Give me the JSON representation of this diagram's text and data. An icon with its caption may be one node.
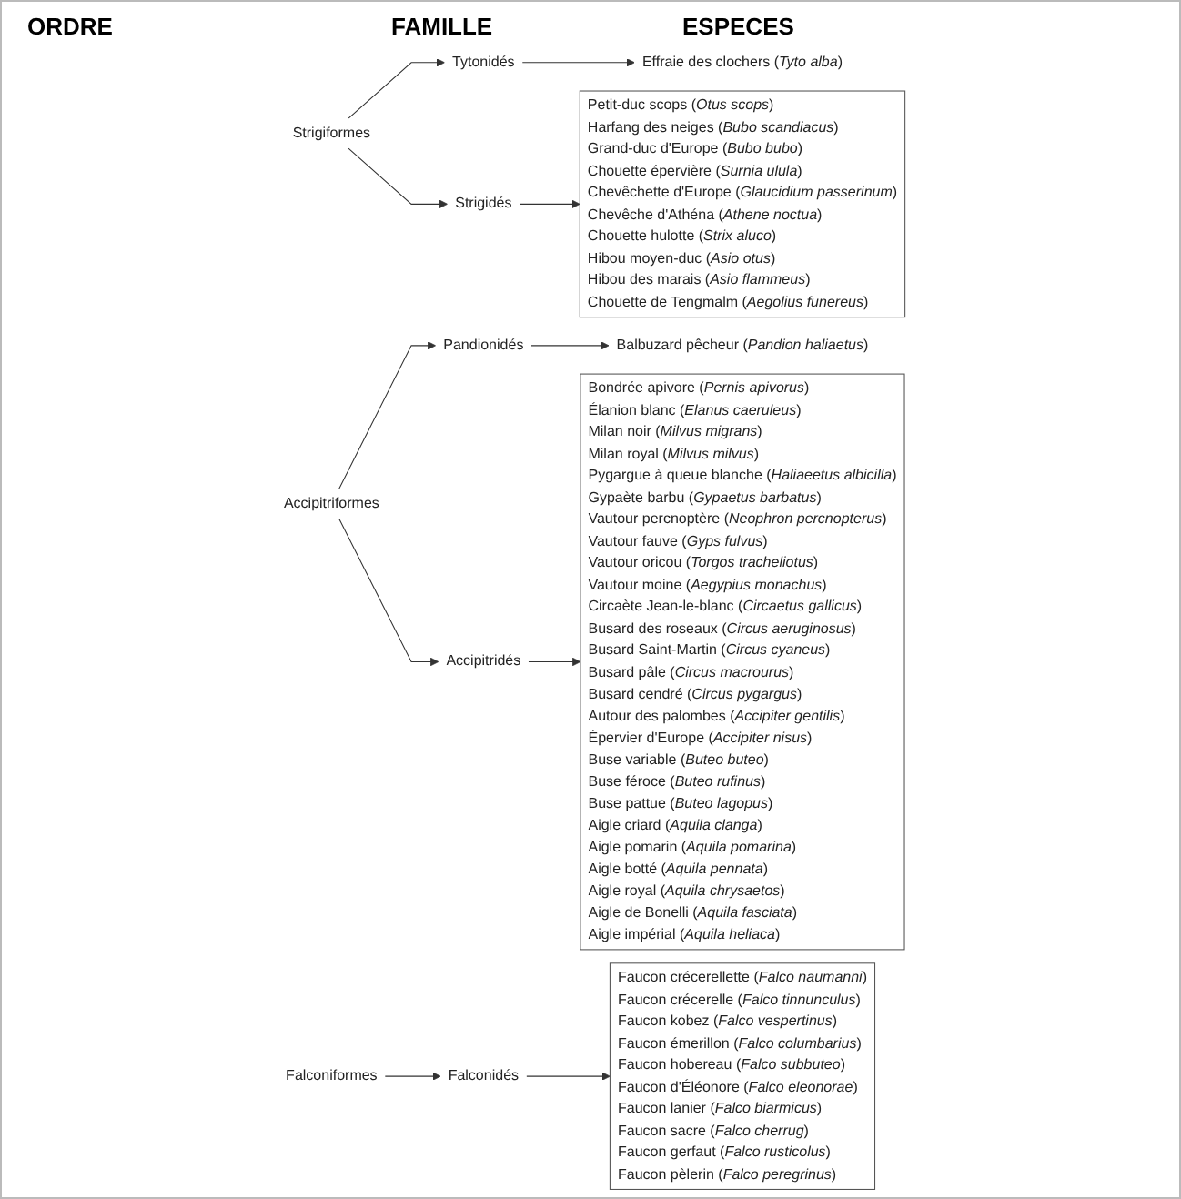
{
  "diagram": {
    "nodes": [
      {
        "text": [
          "Strigiformes"
        ]
      },
      {
        "text": [
          "Accipitriformes"
        ]
      },
      {
        "text": [
          "Falconiformes"
        ]
      },
      {
        "text": [
          "Tytonidés"
        ]
      },
      {
        "text": [
          "Strigidés"
        ]
      },
      {
        "text": [
          "Pandionidés"
        ]
      },
      {
        "text": [
          "Accipitridés"
        ]
      },
      {
        "text": [
          "Falconidés"
        ]
      },
      {
        "text": [
          "Effraie des clochers (*Tyto alba*)"
        ]
      },
      {
        "text": [
          "Petit-duc scops (*Otus scops*)",
          "Harfang des neiges (*Bubo scandiacus*)",
          "Grand-duc d'Europe (*Bubo bubo*)",
          "Chouette épervière (*Surnia ulula*)",
          "Chevêchette d'Europe (*Glaucidium passerinum*)",
          "Chevêche d'Athéna (*Athene noctua*)",
          "Chouette hulotte (*Strix aluco*)",
          "Hibou moyen-duc (*Asio otus*)",
          "Hibou des marais (*Asio flammeus*)",
          "Chouette de Tengmalm (*Aegolius funereus*)"
        ]
      },
      {
        "text": [
          "Balbuzard pêcheur (*Pandion haliaetus*)"
        ]
      },
      {
        "text": [
          "Bondrée apivore (*Pernis apivorus*)",
          "Élanion blanc (*Elanus caeruleus*)",
          "Milan noir (*Milvus migrans*)",
          "Milan royal (*Milvus milvus*)",
          "Pygargue à queue blanche (*Haliaeetus albicilla*)",
          "Gypaète barbu (*Gypaetus barbatus*)",
          "Vautour percnoptère (*Neophron percnopterus*)",
          "Vautour fauve (*Gyps fulvus*)",
          "Vautour oricou (*Torgos tracheliotus*)",
          "Vautour moine (*Aegypius monachus*)",
          "Circaète Jean-le-blanc (*Circaetus gallicus*)",
          "Busard des roseaux (*Circus aeruginosus*)",
          "Busard Saint-Martin (*Circus cyaneus*)",
          "Busard pâle (*Circus macrourus*)",
          "Busard cendré (*Circus pygargus*)",
          "Autour des palombes (*Accipiter gentilis*)",
          "Épervier d'Europe (*Accipiter nisus*)",
          "Buse variable (*Buteo buteo*)",
          "Buse féroce (*Buteo rufinus*)",
          "Buse pattue (*Buteo lagopus*)",
          "Aigle criard (*Aquila clanga*)",
          "Aigle pomarin (*Aquila pomarina*)",
          "Aigle botté (*Aquila pennata*)",
          "Aigle royal (*Aquila chrysaetos*)",
          "Aigle de Bonelli (*Aquila fasciata*)",
          "Aigle impérial (*Aquila heliaca*)"
        ]
      },
      {
        "text": [
          "Faucon crécerellette (*Falco naumanni*)",
          "Faucon crécerelle (*Falco tinnunculus*)",
          "Faucon kobez (*Falco vespertinus*)",
          "Faucon émerillon (*Falco columbarius*)",
          "Faucon hobereau (*Falco subbuteo*)",
          "Faucon d'Éléonore (*Falco eleonorae*)",
          "Faucon lanier (*Falco biarmicus*)",
          "Faucon sacre (*Falco cherrug*)",
          "Faucon gerfaut (*Falco rusticolus*)",
          "Faucon pèlerin (*Falco peregrinus*)"
        ]
      }
    ],
    "edges": [
      {
        "from": 0,
        "to": 3,
        "arrow": "to"
      },
      {
        "from": 0,
        "to": 4,
        "arrow": "to"
      },
      {
        "from": 1,
        "to": 5,
        "arrow": "to"
      },
      {
        "from": 1,
        "to": 6,
        "arrow": "to"
      },
      {
        "from": 2,
        "to": 7,
        "arrow": "to"
      },
      {
        "from": 3,
        "to": 8,
        "arrow": "to"
      },
      {
        "from": 4,
        "to": 9,
        "arrow": "to"
      },
      {
        "from": 5,
        "to": 10,
        "arrow": "to"
      },
      {
        "from": 6,
        "to": 11,
        "arrow": "to"
      },
      {
        "from": 7,
        "to": 12,
        "arrow": "to"
      }
    ],
    "labels": [
      "ORDRE",
      "FAMILLE",
      "ESPECES"
    ]
  }
}
